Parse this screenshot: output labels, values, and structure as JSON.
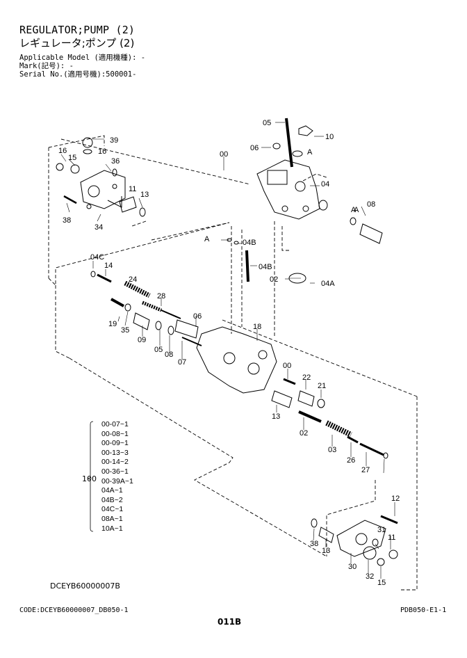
{
  "header": {
    "title_en": "REGULATOR;PUMP (2)",
    "title_jp": "レギュレータ;ポンプ (2)",
    "applicable_model": "Applicable Model (適用機種): -",
    "mark": "Mark(記号): -",
    "serial_no": "Serial No.(適用号機):500001-"
  },
  "diagram": {
    "callouts": [
      "05",
      "06",
      "10",
      "39",
      "16",
      "15",
      "36",
      "11",
      "13",
      "38",
      "34",
      "00",
      "04",
      "08",
      "A",
      "04B",
      "04B",
      "02",
      "04A",
      "04C",
      "14",
      "24",
      "28",
      "19",
      "35",
      "09",
      "05",
      "08",
      "07",
      "06",
      "18",
      "00",
      "22",
      "21",
      "13",
      "02",
      "03",
      "26",
      "27",
      "12",
      "38",
      "13",
      "11",
      "31",
      "30",
      "32",
      "15",
      "16",
      "A",
      "A",
      "A"
    ],
    "kit": {
      "label": "100",
      "items": [
        "00-07~1",
        "00-08~1",
        "00-09~1",
        "00-13~3",
        "00-14~2",
        "00-36~1",
        "00-39A~1",
        "04A~1",
        "04B~2",
        "04C~1",
        "08A~1",
        "10A~1"
      ]
    }
  },
  "footer": {
    "drawing_code": "DCEYB60000007B",
    "code": "CODE:DCEYB60000007_DB050-1",
    "page_ref": "PDB050-E1-1",
    "page_number": "011B"
  }
}
